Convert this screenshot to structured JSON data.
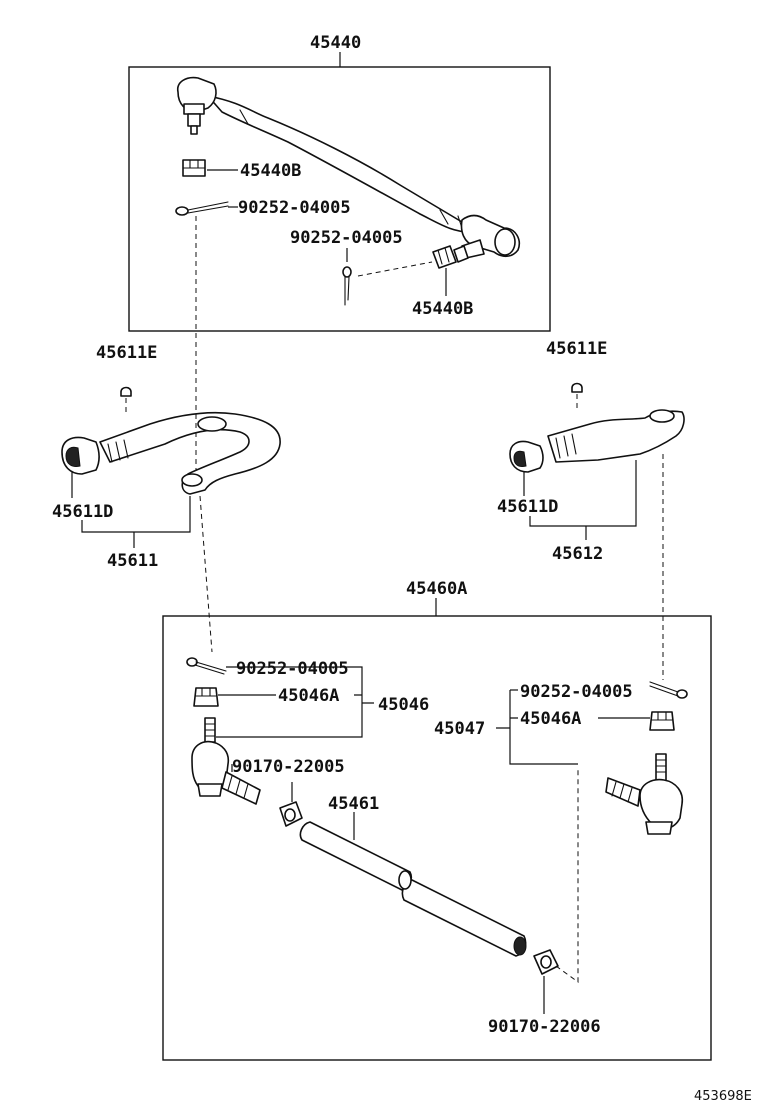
{
  "parts": {
    "p45440": "45440",
    "p45440B_top": "45440B",
    "p90252_top": "90252-04005",
    "p90252_mid": "90252-04005",
    "p45440B_bottom": "45440B",
    "p45611E_left": "45611E",
    "p45611E_right": "45611E",
    "p45611D_left": "45611D",
    "p45611D_right": "45611D",
    "p45611": "45611",
    "p45612": "45612",
    "p45460A": "45460A",
    "p90252_left": "90252-04005",
    "p45046A_left": "45046A",
    "p45046": "45046",
    "p90170_22005": "90170-22005",
    "p45461": "45461",
    "p90252_right": "90252-04005",
    "p45047": "45047",
    "p45046A_right": "45046A",
    "p90170_22006": "90170-22006"
  },
  "footer": {
    "diagram_code": "453698E"
  }
}
